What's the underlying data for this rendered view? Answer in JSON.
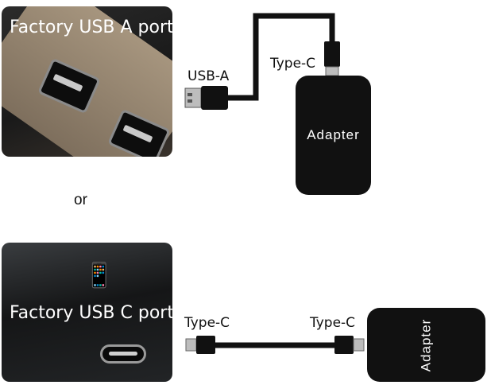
{
  "photos": {
    "usb_a": {
      "caption": "Factory USB A port"
    },
    "usb_c": {
      "caption": "Factory USB C port"
    }
  },
  "labels": {
    "usb_a": "USB-A",
    "type_c_top": "Type-C",
    "type_c_left": "Type-C",
    "type_c_right": "Type-C",
    "or": "or"
  },
  "adapters": {
    "top": "Adapter",
    "bottom": "Adapter"
  },
  "icons": {
    "phone": "phone-icon",
    "usb_symbol": "usb-icon"
  },
  "colors": {
    "cable": "#111111",
    "connector_metal": "#bdbdbd",
    "adapter_body": "#111111"
  }
}
